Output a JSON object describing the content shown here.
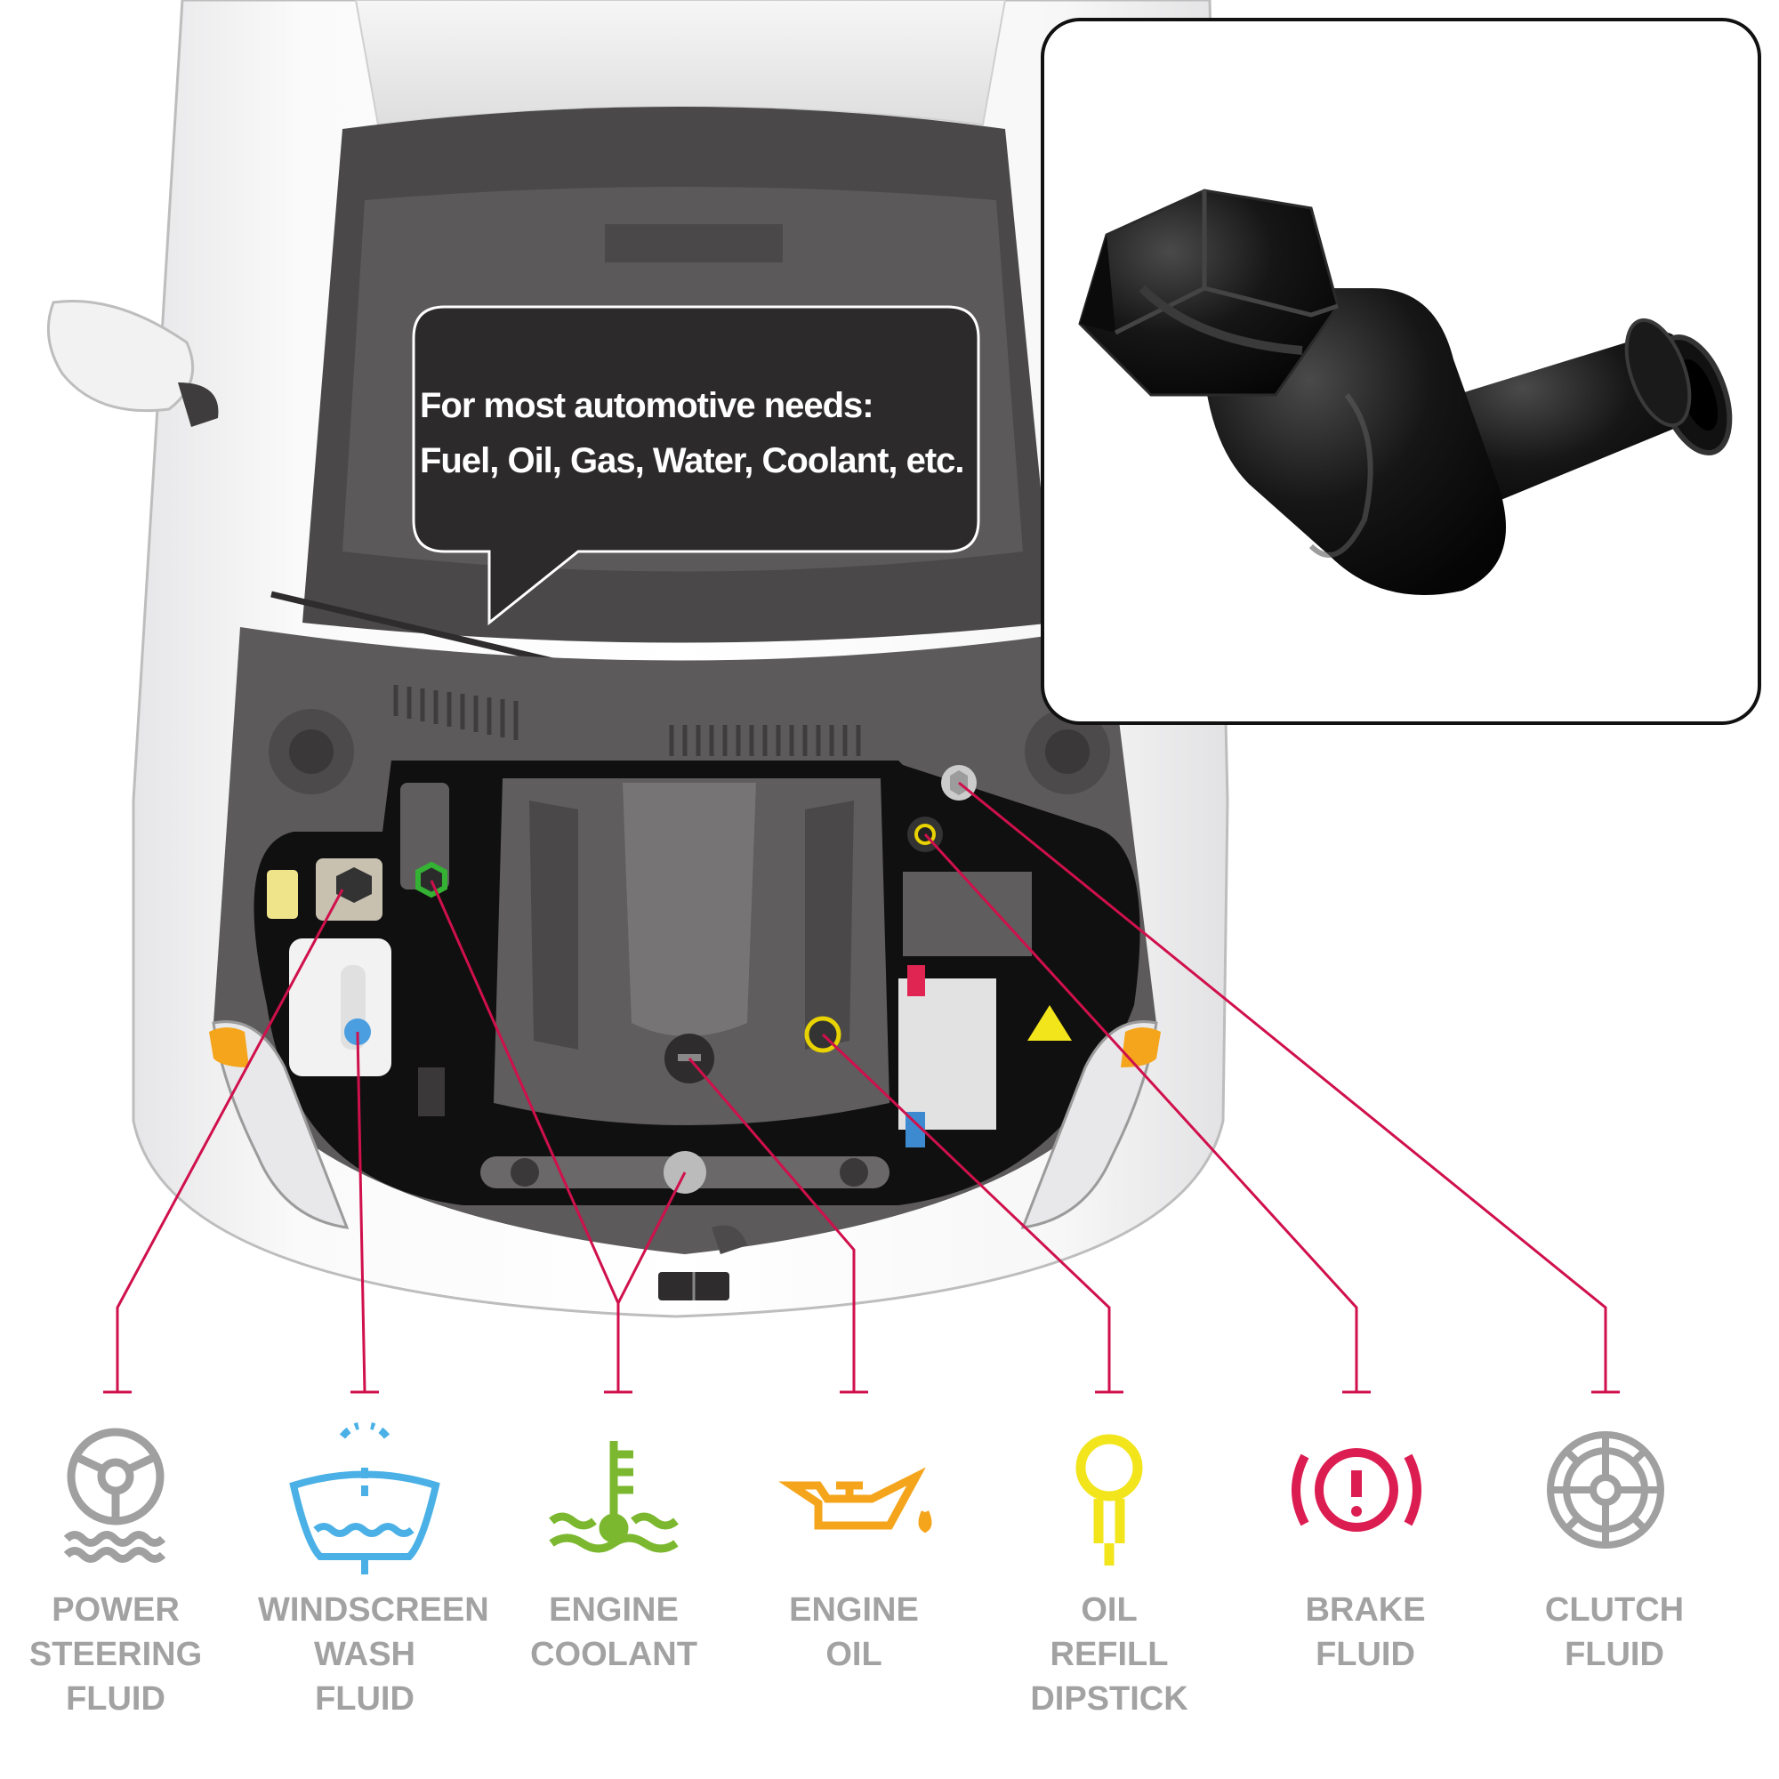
{
  "callout": {
    "line1": "For most automotive needs:",
    "line2": "Fuel, Oil, Gas, Water, Coolant, etc."
  },
  "product": {
    "icon": "black-90-degree-hose-fitting"
  },
  "colors": {
    "leader_line": "#d0104c",
    "label_text": "#a2a2a2"
  },
  "labels": [
    {
      "line1": "POWER",
      "line2": "STEERING",
      "line3": "FLUID",
      "icon": "steering-wheel-fluid-icon",
      "color": "#a0a0a0"
    },
    {
      "line1": "WINDSCREEN",
      "line2": "WASH",
      "line3": "FLUID",
      "icon": "windscreen-wash-icon",
      "color": "#4ab0e6"
    },
    {
      "line1": "ENGINE",
      "line2": "COOLANT",
      "line3": "",
      "icon": "coolant-temperature-icon",
      "color": "#7cb82f"
    },
    {
      "line1": "ENGINE",
      "line2": "OIL",
      "line3": "",
      "icon": "oil-can-icon",
      "color": "#f5a51c"
    },
    {
      "line1": "OIL",
      "line2": "REFILL",
      "line3": "DIPSTICK",
      "icon": "dipstick-icon",
      "color": "#f2e51c"
    },
    {
      "line1": "BRAKE",
      "line2": "FLUID",
      "line3": "",
      "icon": "brake-warning-icon",
      "color": "#dc1d52"
    },
    {
      "line1": "CLUTCH",
      "line2": "FLUID",
      "line3": "",
      "icon": "clutch-disc-icon",
      "color": "#a0a0a0"
    }
  ]
}
